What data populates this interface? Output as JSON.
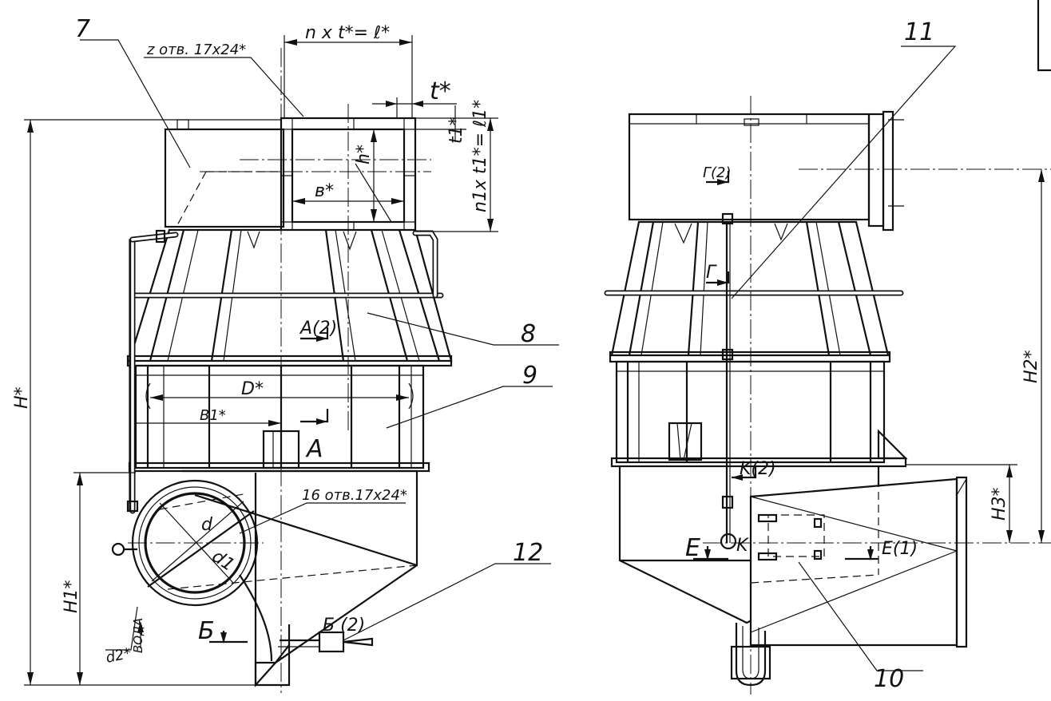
{
  "callouts": {
    "c7": "7",
    "c8": "8",
    "c9": "9",
    "c10": "10",
    "c11": "11",
    "c12": "12"
  },
  "dims": {
    "z_holes": "z отв. 17х24*",
    "n_t_l": "n x t*= ℓ*",
    "t": "t*",
    "t1": "t1*",
    "n1_t1_l1": "n1x t1*= ℓ1*",
    "h": "h*",
    "b": "в*",
    "H": "H*",
    "D": "D*",
    "B1": "B1*",
    "holes16": "16 отв.17х24*",
    "d": "d",
    "d1": "d1",
    "d2": "d2*",
    "H1": "H1*",
    "H2": "H2*",
    "H3": "H3*"
  },
  "sections": {
    "A2": "A(2)",
    "A": "A",
    "B2": "Б (2)",
    "B": "Б",
    "G2": "Г(2)",
    "G": "Г",
    "K2": "K(2)",
    "K": "K",
    "E1": "E(1)",
    "E": "E"
  },
  "notes": {
    "water": "ВОДА"
  }
}
